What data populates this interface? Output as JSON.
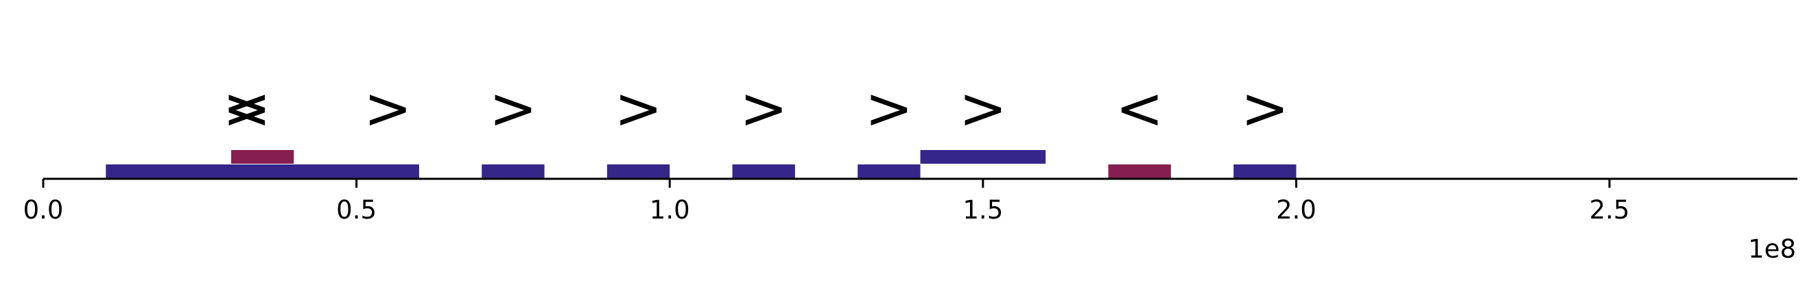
{
  "chart_data": {
    "type": "bar",
    "axis": {
      "xlim": [
        0,
        280000000
      ],
      "ticks": [
        0,
        50000000,
        100000000,
        150000000,
        200000000,
        250000000
      ],
      "tick_labels": [
        "0.0",
        "0.5",
        "1.0",
        "1.5",
        "2.0",
        "2.5"
      ],
      "offset_label": "1e8"
    },
    "features": [
      {
        "start": 10000000,
        "end": 60000000,
        "track": 0,
        "strand": ">",
        "color": "#35268a"
      },
      {
        "start": 30000000,
        "end": 40000000,
        "track": 1,
        "strand": "<",
        "color": "#851f4f"
      },
      {
        "start": 70000000,
        "end": 80000000,
        "track": 0,
        "strand": ">",
        "color": "#35268a"
      },
      {
        "start": 90000000,
        "end": 100000000,
        "track": 0,
        "strand": ">",
        "color": "#35268a"
      },
      {
        "start": 110000000,
        "end": 120000000,
        "track": 0,
        "strand": ">",
        "color": "#35268a"
      },
      {
        "start": 130000000,
        "end": 140000000,
        "track": 0,
        "strand": ">",
        "color": "#35268a"
      },
      {
        "start": 140000000,
        "end": 160000000,
        "track": 1,
        "strand": ">",
        "color": "#35268a"
      },
      {
        "start": 170000000,
        "end": 180000000,
        "track": 0,
        "strand": "<",
        "color": "#851f4f"
      },
      {
        "start": 190000000,
        "end": 200000000,
        "track": 0,
        "strand": ">",
        "color": "#35268a"
      }
    ],
    "strand_markers": [
      {
        "x": 32500000,
        "glyph": ">"
      },
      {
        "x": 32500000,
        "glyph": "<"
      },
      {
        "x": 55000000,
        "glyph": ">"
      },
      {
        "x": 75000000,
        "glyph": ">"
      },
      {
        "x": 95000000,
        "glyph": ">"
      },
      {
        "x": 115000000,
        "glyph": ">"
      },
      {
        "x": 135000000,
        "glyph": ">"
      },
      {
        "x": 150000000,
        "glyph": ">"
      },
      {
        "x": 175000000,
        "glyph": "<"
      },
      {
        "x": 195000000,
        "glyph": ">"
      }
    ],
    "grid": false,
    "legend": "none"
  }
}
